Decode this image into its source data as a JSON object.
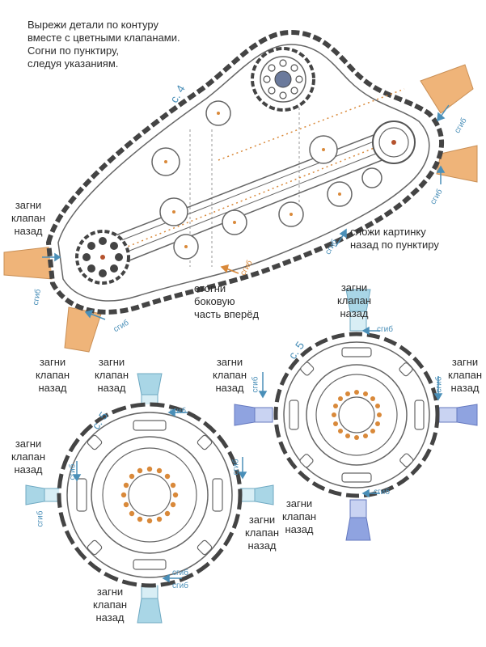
{
  "instructions": "Вырежи детали по контуру\nвместе с цветными клапанами.\nСогни по пунктиру,\nследуя указаниям.",
  "labels": {
    "fold_back": "загни\nклапан\nназад",
    "fold_picture_back": "сложи картинку\nназад по пунктиру",
    "fold_side_forward": "отогни\nбоковую\nчасть вперёд",
    "fold": "сгиб"
  },
  "page_refs": {
    "tank": "с. 4",
    "wheel_left": "с. 5",
    "wheel_right": "с. 5"
  },
  "colors": {
    "outline": "#555555",
    "tab_orange": "#efb479",
    "tab_blue_light": "#a9d6e6",
    "tab_blue_dark": "#8fa3e0",
    "dots_orange": "#d9893a",
    "fold_blue": "#4a8fb8"
  }
}
